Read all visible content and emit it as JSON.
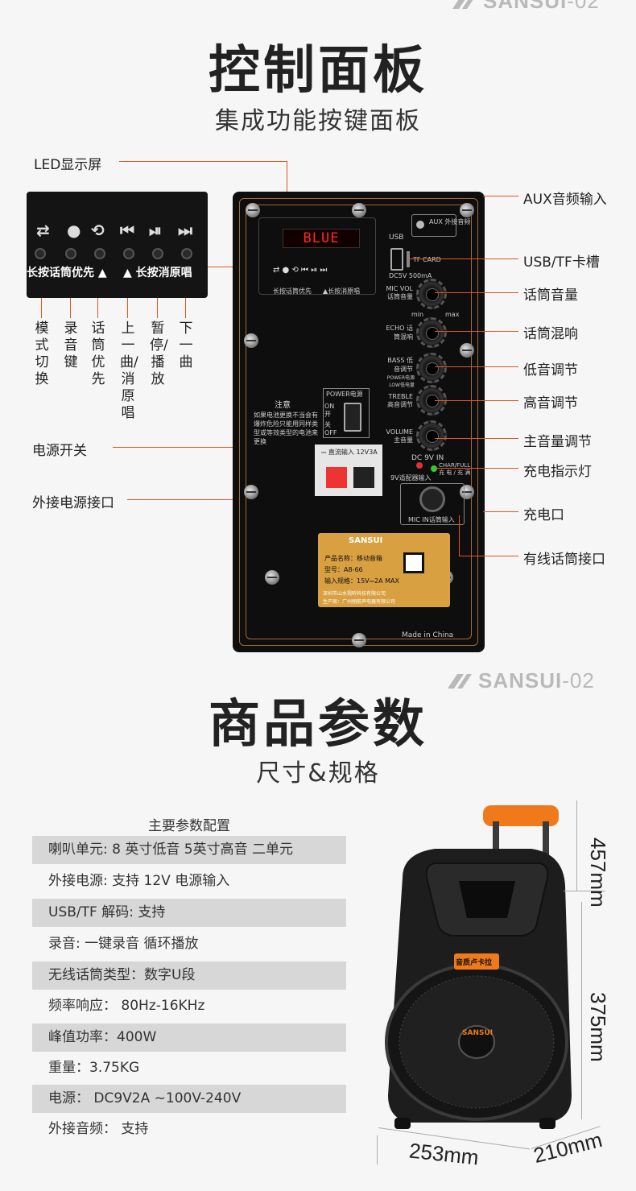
{
  "brand": {
    "name": "SANSUI",
    "suffix": "-02"
  },
  "section1": {
    "title": "控制面板",
    "subtitle": "集成功能按键面板"
  },
  "callouts_left": {
    "led": "LED显示屏",
    "power_switch": "电源开关",
    "ext_power": "外接电源接口"
  },
  "callouts_right": [
    "AUX音频输入",
    "USB/TF卡槽",
    "话筒音量",
    "话筒混响",
    "低音调节",
    "高音调节",
    "主音量调节",
    "充电指示灯",
    "充电口",
    "有线话筒接口"
  ],
  "zoom_strip": {
    "symbols": [
      "⇄",
      "●",
      "⟲",
      "⏮",
      "⏯",
      "⏭"
    ],
    "label_a": "长按话筒优先 ▲",
    "label_b": "▲ 长按消原唱"
  },
  "button_labels": [
    "模式切换",
    "录音键",
    "话筒优先",
    "上一曲/消原唱",
    "暂停/播放",
    "下一曲"
  ],
  "panel": {
    "led_text": "BLUE",
    "usb": "USB",
    "tf": "TF CARD",
    "dc5v": "DC5V 500mA",
    "aux": "AUX 外接音频",
    "knobs": [
      "MIC VOL 话筒音量",
      "ECHO 话筒混响",
      "BASS 低音调节",
      "TREBLE 高音调节",
      "VOLUME 主音量"
    ],
    "min": "min",
    "max": "max",
    "notice_title": "注意",
    "notice_body": "如果电池更换不当会有爆炸危险只能用同样类型或等效类型的电池来更换",
    "power_label": "POWER电源",
    "on": "ON 开",
    "off": "关 OFF",
    "dc_in": "⎓ 直流输入 12V3A",
    "dc9v": "DC 9V IN",
    "adapter": "9V适配器输入",
    "charge": "CHAR/FULL 充 电 / 充 满",
    "mic_in": "MIC IN话筒输入",
    "low_power": "POWER电源 LOW低电量",
    "strip_a": "长按话筒优先",
    "strip_b": "▲长按消原唱",
    "made_in": "Made in China",
    "label_brand": "SANSUI",
    "label_name": "产品名称：移动音箱",
    "label_model": "型号：A8-66",
    "label_input": "输入规格：15V⎓2A  MAX",
    "label_co1": "深圳市山水视听科技有限公司",
    "label_co2": "生产商：广州翔航声电器有限公司"
  },
  "section2": {
    "title": "商品参数",
    "subtitle": "尺寸&规格"
  },
  "params": {
    "header": "主要参数配置",
    "rows": [
      "喇叭单元: 8 英寸低音 5英寸高音 二单元",
      "外接电源: 支持 12V 电源输入",
      "USB/TF 解码: 支持",
      "录音: 一键录音 循环播放",
      "无线话筒类型：数字U段",
      "频率响应： 80Hz-16KHz",
      "峰值功率：400W",
      "重量：3.75KG",
      "电源：  DC9V2A ~100V-240V",
      "外接音频：  支持"
    ]
  },
  "dimensions": {
    "handle": "457mm",
    "height": "375mm",
    "width": "253mm",
    "depth": "210mm"
  },
  "speaker": {
    "grille_badge": "音质卢卡拉",
    "logo": "SANSUI"
  },
  "colors": {
    "accent": "#e5541f",
    "panel": "#0e0e0e",
    "led": "#ff2a1a",
    "handle": "#f07a1a"
  }
}
